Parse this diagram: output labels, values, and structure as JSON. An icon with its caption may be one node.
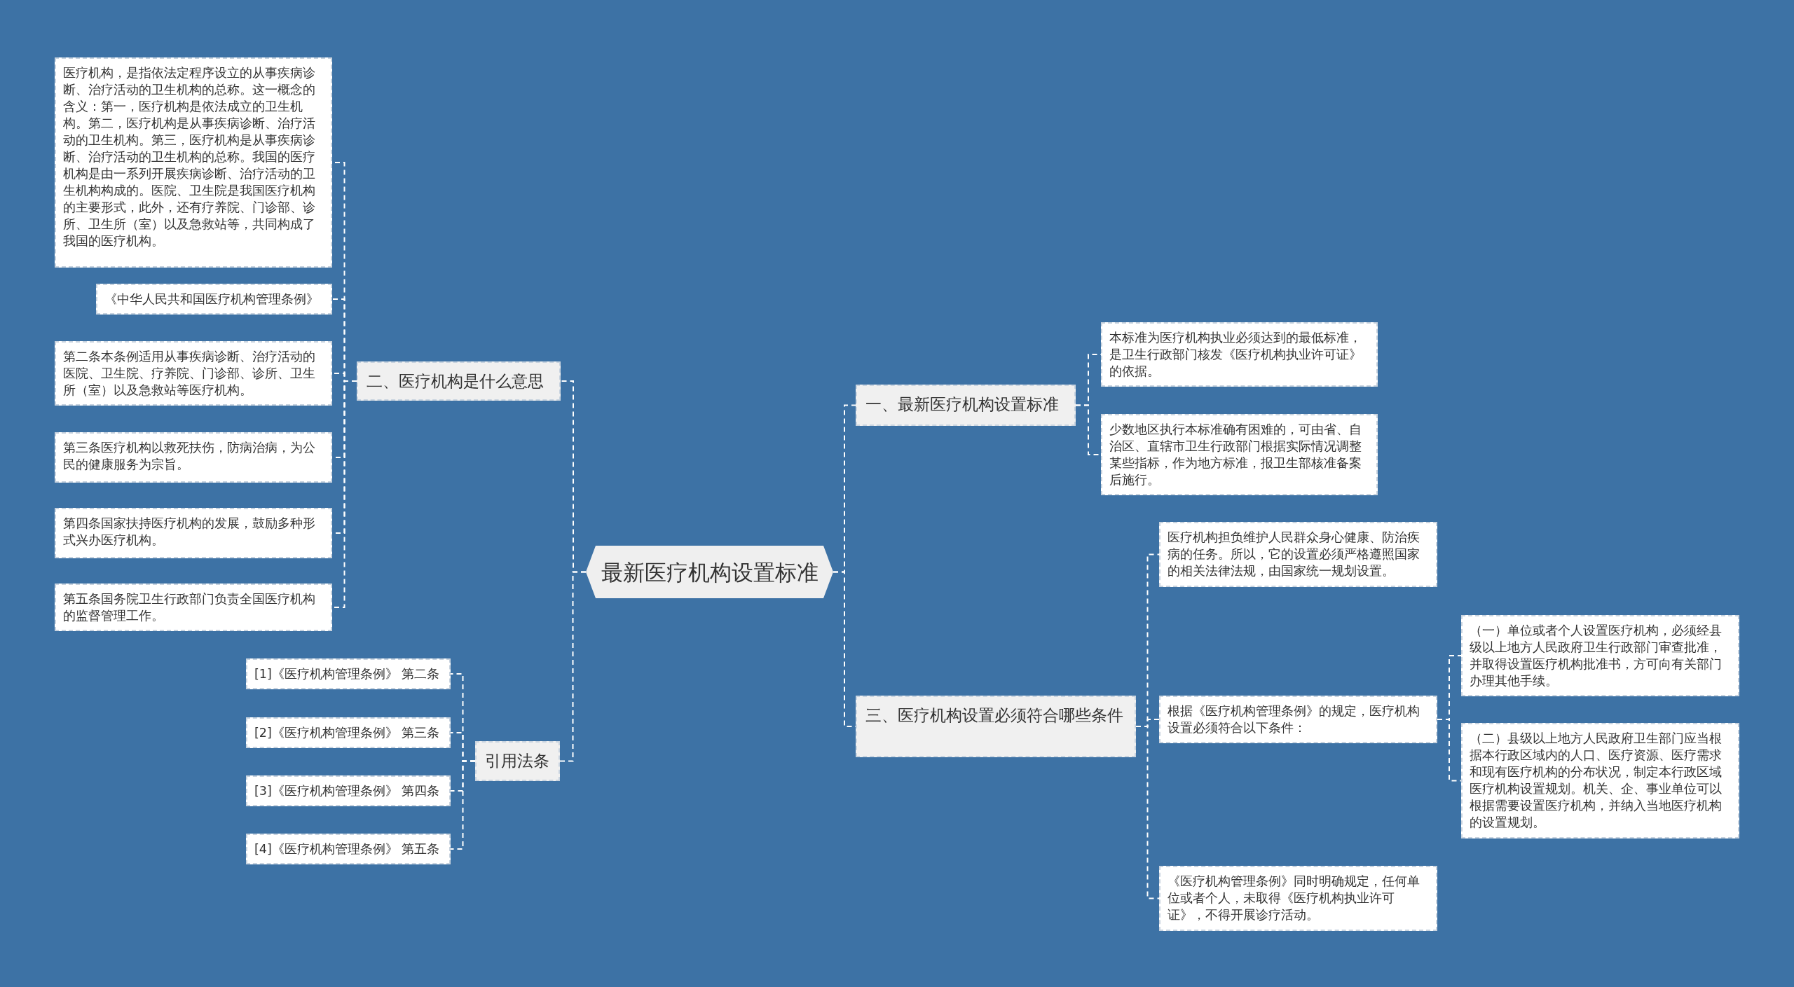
{
  "diagram": {
    "nodes": [
      {
        "text": [
          "最新医疗机构设置标准"
        ]
      },
      {
        "text": [
          "二、医疗机构是什么意思"
        ]
      },
      {
        "text": [
          "医疗机构，是指依法定程序设立的从事疾病诊断、治疗活动的卫生机构的总称。这一概念的含义：第一，医疗机构是依法成立的卫生机构。第二，医疗机构是从事疾病诊断、治疗活动的卫生机构。第三，医疗机构是从事疾病诊断、治疗活动的卫生机构的总称。我国的医疗机构是由一系列开展疾病诊断、治疗活动的卫生机构构成的。医院、卫生院是我国医疗机构的主要形式，此外，还有疗养院、门诊部、诊所、卫生所（室）以及急救站等，共同构成了我国的医疗机构。"
        ]
      },
      {
        "text": [
          "《中华人民共和国医疗机构管理条例》"
        ]
      },
      {
        "text": [
          "第二条本条例适用从事疾病诊断、治疗活动的医院、卫生院、疗养院、门诊部、诊所、卫生所（室）以及急救站等医疗机构。"
        ]
      },
      {
        "text": [
          "第三条医疗机构以救死扶伤，防病治病，为公民的健康服务为宗旨。"
        ]
      },
      {
        "text": [
          "第四条国家扶持医疗机构的发展，鼓励多种形式兴办医疗机构。"
        ]
      },
      {
        "text": [
          "第五条国务院卫生行政部门负责全国医疗机构的监督管理工作。"
        ]
      },
      {
        "text": [
          "引用法条"
        ]
      },
      {
        "text": [
          "[1]《医疗机构管理条例》 第二条"
        ]
      },
      {
        "text": [
          "[2]《医疗机构管理条例》 第三条"
        ]
      },
      {
        "text": [
          "[3]《医疗机构管理条例》 第四条"
        ]
      },
      {
        "text": [
          "[4]《医疗机构管理条例》 第五条"
        ]
      },
      {
        "text": [
          "一、最新医疗机构设置标准"
        ]
      },
      {
        "text": [
          "本标准为医疗机构执业必须达到的最低标准，是卫生行政部门核发《医疗机构执业许可证》的依据。"
        ]
      },
      {
        "text": [
          "少数地区执行本标准确有困难的，可由省、自治区、直辖市卫生行政部门根据实际情况调整某些指标，作为地方标准，报卫生部核准备案后施行。"
        ]
      },
      {
        "text": [
          "三、医疗机构设置必须符合哪些条件"
        ]
      },
      {
        "text": [
          "医疗机构担负维护人民群众身心健康、防治疾病的任务。所以，它的设置必须严格遵照国家的相关法律法规，由国家统一规划设置。"
        ]
      },
      {
        "text": [
          "根据《医疗机构管理条例》的规定，医疗机构设置必须符合以下条件："
        ]
      },
      {
        "text": [
          "（一）单位或者个人设置医疗机构，必须经县级以上地方人民政府卫生行政部门审查批准，并取得设置医疗机构批准书，方可向有关部门办理其他手续。"
        ]
      },
      {
        "text": [
          "（二）县级以上地方人民政府卫生部门应当根据本行政区域内的人口、医疗资源、医疗需求和现有医疗机构的分布状况，制定本行政区域医疗机构设置规划。机关、企、事业单位可以根据需要设置医疗机构，并纳入当地医疗机构的设置规划。"
        ]
      },
      {
        "text": [
          "《医疗机构管理条例》同时明确规定，任何单位或者个人，未取得《医疗机构执业许可证》，不得开展诊疗活动。"
        ]
      }
    ],
    "edges": [
      {
        "from": 0,
        "to": 1,
        "arrow": "none"
      },
      {
        "from": 0,
        "to": 8,
        "arrow": "none"
      },
      {
        "from": 0,
        "to": 13,
        "arrow": "none"
      },
      {
        "from": 0,
        "to": 16,
        "arrow": "none"
      },
      {
        "from": 1,
        "to": 2,
        "arrow": "none"
      },
      {
        "from": 1,
        "to": 3,
        "arrow": "none"
      },
      {
        "from": 1,
        "to": 4,
        "arrow": "none"
      },
      {
        "from": 1,
        "to": 5,
        "arrow": "none"
      },
      {
        "from": 1,
        "to": 6,
        "arrow": "none"
      },
      {
        "from": 1,
        "to": 7,
        "arrow": "none"
      },
      {
        "from": 8,
        "to": 9,
        "arrow": "none"
      },
      {
        "from": 8,
        "to": 10,
        "arrow": "none"
      },
      {
        "from": 8,
        "to": 11,
        "arrow": "none"
      },
      {
        "from": 8,
        "to": 12,
        "arrow": "none"
      },
      {
        "from": 13,
        "to": 14,
        "arrow": "none"
      },
      {
        "from": 13,
        "to": 15,
        "arrow": "none"
      },
      {
        "from": 16,
        "to": 17,
        "arrow": "none"
      },
      {
        "from": 16,
        "to": 18,
        "arrow": "none"
      },
      {
        "from": 16,
        "to": 21,
        "arrow": "none"
      },
      {
        "from": 18,
        "to": 19,
        "arrow": "none"
      },
      {
        "from": 18,
        "to": 20,
        "arrow": "none"
      }
    ]
  }
}
